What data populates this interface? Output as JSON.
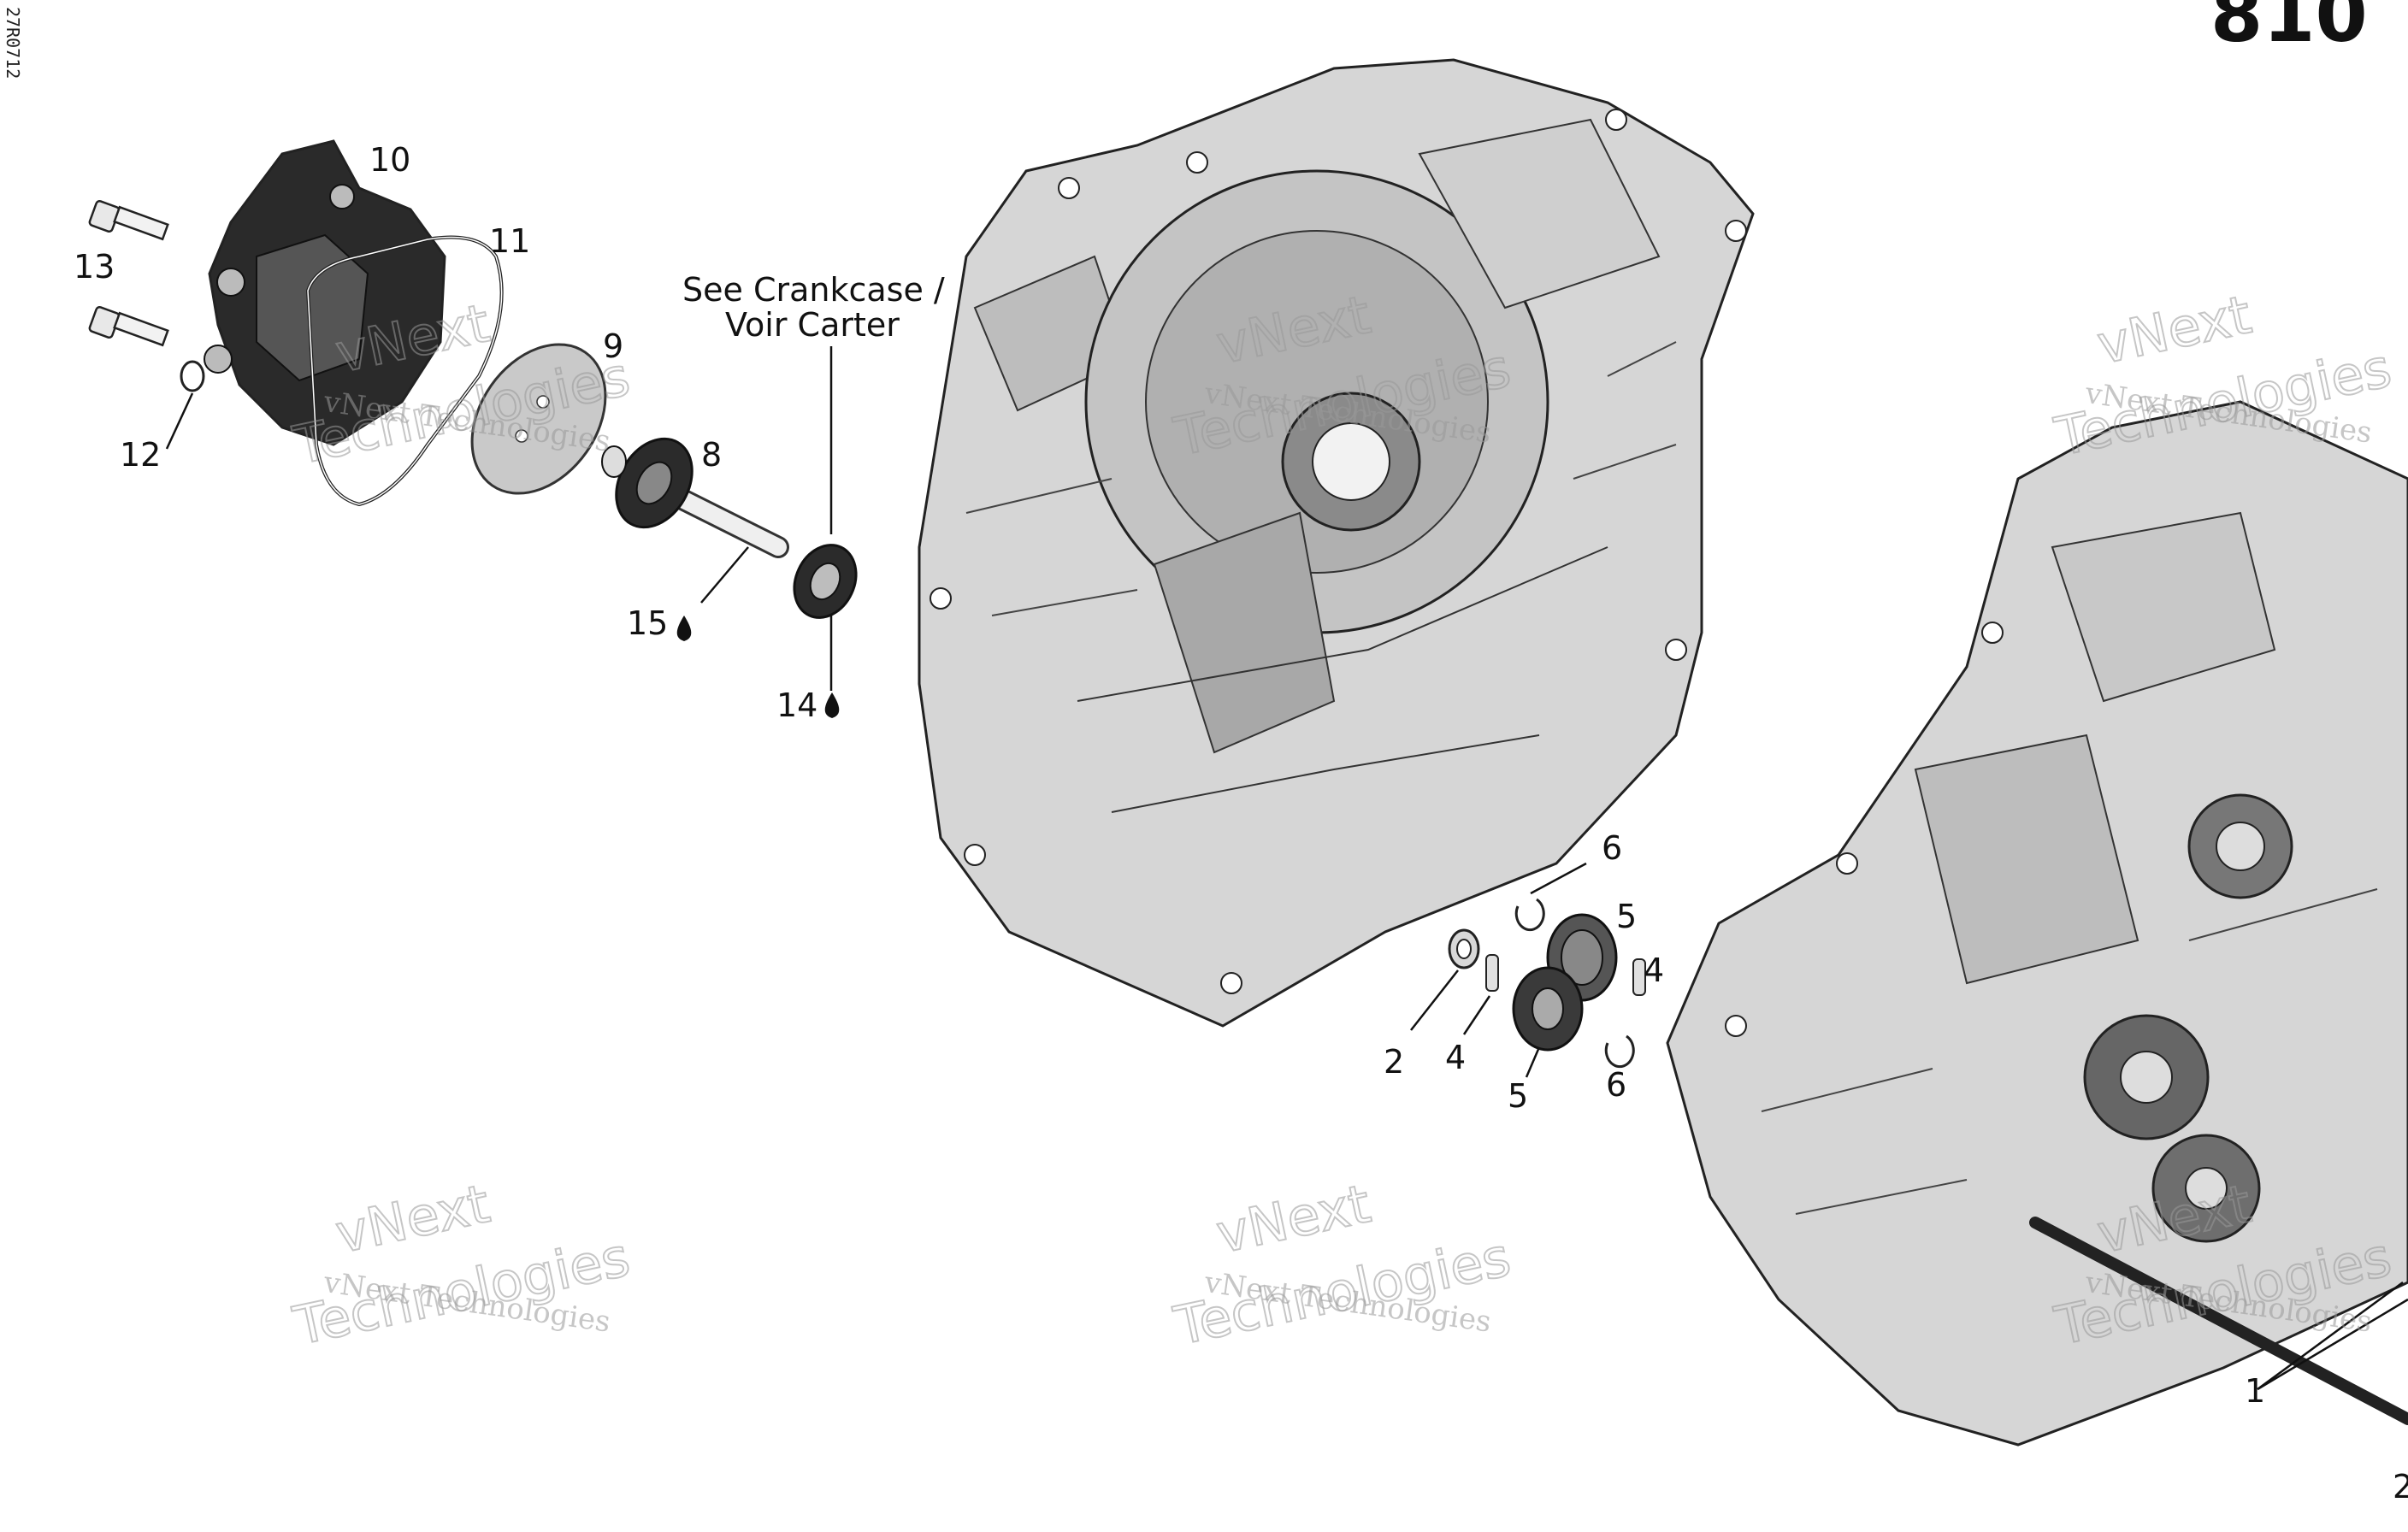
{
  "diagram": {
    "page_number": "810",
    "reference_code": "27R0712",
    "crankcase_note": [
      "See Crankcase /",
      "Voir Carter"
    ],
    "watermark": {
      "line1": "vNext Technologies",
      "line2": "vNext",
      "line3": "Technologies"
    },
    "callouts": {
      "c1": "1",
      "c2": "2",
      "c2b": "2",
      "c4a": "4",
      "c4b": "4",
      "c5a": "5",
      "c5b": "5",
      "c6a": "6",
      "c6b": "6",
      "c8": "8",
      "c9": "9",
      "c10": "10",
      "c11": "11",
      "c12": "12",
      "c13": "13",
      "c14": "14",
      "c15": "15"
    },
    "colors": {
      "ink": "#111111",
      "casting": "#d9d9d9",
      "dark_part": "#2a2a2a"
    }
  }
}
